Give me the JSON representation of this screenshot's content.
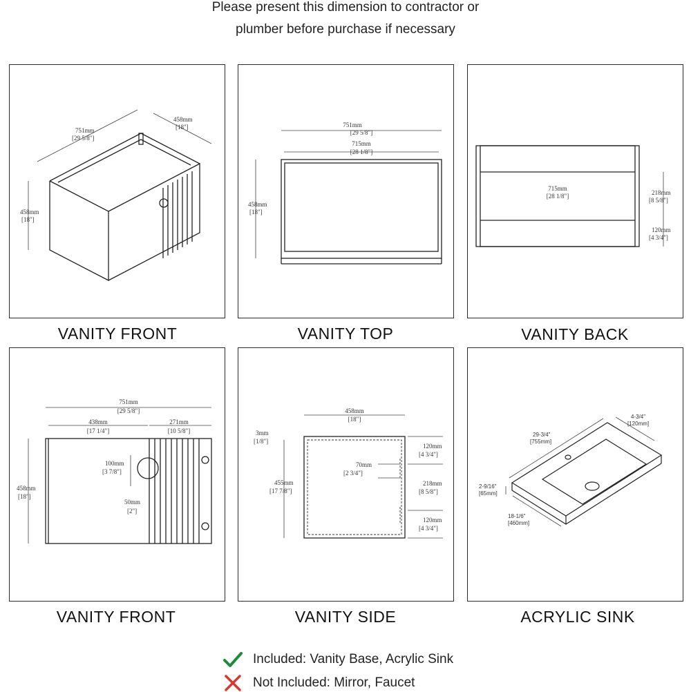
{
  "header": {
    "line1": "Please present this dimension to contractor or",
    "line2": "plumber before purchase if necessary"
  },
  "panels": [
    {
      "caption": "VANITY FRONT",
      "labels": {
        "w_mm": "751mm",
        "w_in": "[29 5/8\"]",
        "d_mm": "458mm",
        "d_in": "[18\"]",
        "h_mm": "458mm",
        "h_in": "[18\"]"
      }
    },
    {
      "caption": "VANITY TOP",
      "labels": {
        "outer_mm": "751mm",
        "outer_in": "[29 5/8\"]",
        "inner_mm": "715mm",
        "inner_in": "[28 1/8\"]",
        "h_mm": "458mm",
        "h_in": "[18\"]"
      }
    },
    {
      "caption": "VANITY BACK",
      "labels": {
        "w_mm": "715mm",
        "w_in": "[28 1/8\"]",
        "a_mm": "218mm",
        "a_in": "[8 5/8\"]",
        "b_mm": "120mm",
        "b_in": "[4 3/4\"]"
      }
    },
    {
      "caption": "VANITY FRONT",
      "labels": {
        "w_mm": "751mm",
        "w_in": "[29 5/8\"]",
        "l_mm": "438mm",
        "l_in": "[17 1/4\"]",
        "r_mm": "271mm",
        "r_in": "[10 5/8\"]",
        "h_mm": "458mm",
        "h_in": "[18\"]",
        "knob_mm": "100mm",
        "knob_in": "[3 7/8\"]",
        "k2_mm": "50mm",
        "k2_in": "[2\"]"
      }
    },
    {
      "caption": "VANITY SIDE",
      "labels": {
        "w_mm": "458mm",
        "w_in": "[18\"]",
        "t_mm": "3mm",
        "t_in": "[1/8\"]",
        "h_mm": "455mm",
        "h_in": "[17 7/8\"]",
        "m_mm": "70mm",
        "m_in": "[2 3/4\"]",
        "a_mm": "120mm",
        "a_in": "[4 3/4\"]",
        "b_mm": "218mm",
        "b_in": "[8 5/8\"]",
        "c_mm": "120mm",
        "c_in": "[4 3/4\"]"
      }
    },
    {
      "caption": "ACRYLIC SINK",
      "labels": {
        "top_in": "4-3/4\"",
        "top_mm": "[120mm]",
        "w_in": "29-3/4\"",
        "w_mm": "[755mm]",
        "h_in": "2-9/16\"",
        "h_mm": "[65mm]",
        "d_in": "18-1/6\"",
        "d_mm": "[460mm]"
      }
    }
  ],
  "legend": {
    "included": "Included: Vanity Base, Acrylic Sink",
    "not_included": "Not Included: Mirror, Faucet",
    "included_color": "#1f8a3a",
    "not_included_color": "#d9382e",
    "included_icon": "check-icon",
    "not_included_icon": "cross-icon"
  }
}
